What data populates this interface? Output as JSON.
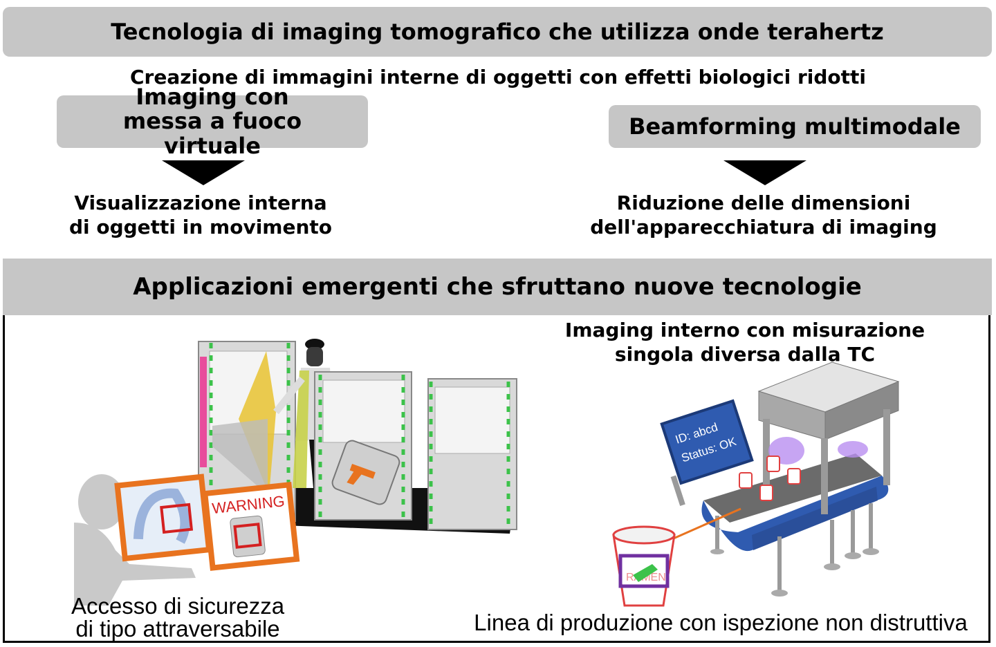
{
  "title": "Tecnologia di imaging tomografico che utilizza onde terahertz",
  "subtitle": "Creazione di immagini interne di oggetti con effetti biologici ridotti",
  "left": {
    "box": "Imaging con messa a fuoco virtuale",
    "result_line1": "Visualizzazione interna",
    "result_line2": "di oggetti in movimento"
  },
  "right": {
    "box": "Beamforming multimodale",
    "result_line1": "Riduzione delle dimensioni",
    "result_line2": "dell'apparecchiatura di imaging"
  },
  "section_title": "Applicazioni emergenti che sfruttano nuove tecnologie",
  "right_panel_heading_line1": "Imaging interno con misurazione",
  "right_panel_heading_line2": "singola diversa dalla TC",
  "left_caption_line1": "Accesso di sicurezza",
  "left_caption_line2": "di tipo attraversabile",
  "right_caption": "Linea di produzione con ispezione non distruttiva",
  "warning_label": "WARNING",
  "monitor_line1": "ID: abcd",
  "monitor_line2": "Status: OK",
  "cup_label": "RAMEN",
  "colors": {
    "box_gray": "#c6c6c6",
    "monitor_blue": "#2f5bb0",
    "frame_orange": "#e8731f",
    "gate_pink": "#e84c9c",
    "gate_green": "#3cc24a"
  }
}
